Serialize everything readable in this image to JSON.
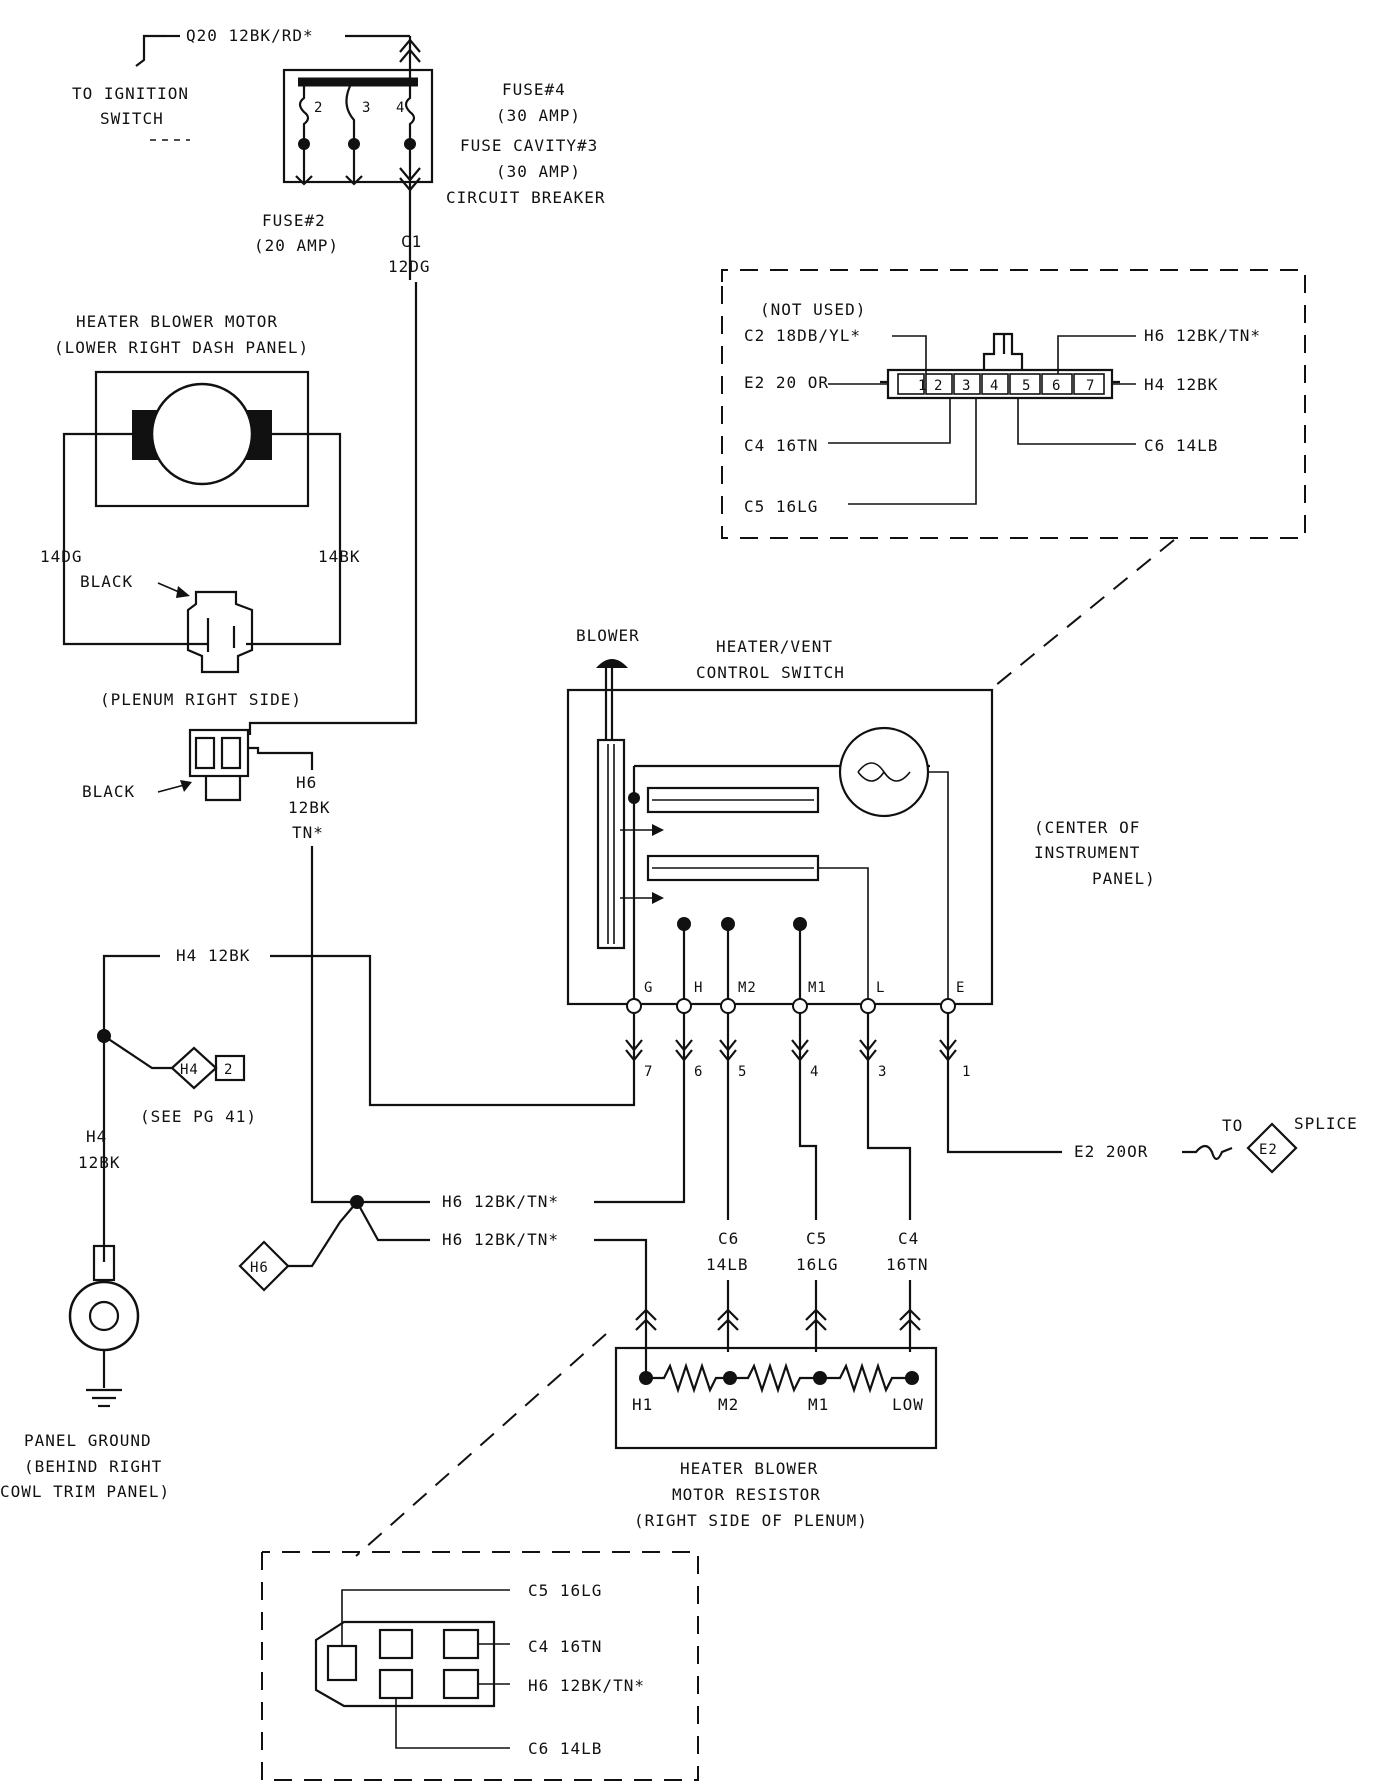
{
  "top": {
    "q20_wire": "Q20 12BK/RD*",
    "to_ignition_line1": "TO IGNITION",
    "to_ignition_line2": "SWITCH",
    "fuse4_name": "FUSE#4",
    "fuse4_rating": "(30 AMP)",
    "fuse_cavity_name": "FUSE CAVITY#3",
    "fuse_cavity_rating": "(30 AMP)",
    "circuit_breaker": "CIRCUIT BREAKER",
    "fuse2_name": "FUSE#2",
    "fuse2_rating": "(20 AMP)",
    "cavity_num_2": "2",
    "cavity_num_3": "3",
    "cavity_num_4": "4",
    "c1_label": "C1",
    "c1_wire": "12DG"
  },
  "motor": {
    "title_line1": "HEATER BLOWER MOTOR",
    "title_line2": "(LOWER RIGHT DASH PANEL)",
    "left_wire": "14DG",
    "right_wire": "14BK",
    "connector_color": "BLACK",
    "location": "(PLENUM RIGHT SIDE)",
    "lower_connector_color": "BLACK",
    "h6_label": "H6",
    "h6_gauge": "12BK",
    "h6_color": "TN*"
  },
  "inset_switch_connector": {
    "not_used": "(NOT USED)",
    "c2": "C2 18DB/YL*",
    "e2": "E2 20 OR",
    "c4": "C4 16TN",
    "c5": "C5 16LG",
    "h6": "H6 12BK/TN*",
    "h4": "H4 12BK",
    "c6": "C6 14LB",
    "pins": [
      "1",
      "2",
      "3",
      "4",
      "5",
      "6",
      "7"
    ]
  },
  "control_switch": {
    "blower_label": "BLOWER",
    "title_line1": "HEATER/VENT",
    "title_line2": "CONTROL SWITCH",
    "location_line1": "(CENTER OF",
    "location_line2": "INSTRUMENT",
    "location_line3": "PANEL)",
    "terminals": [
      "G",
      "H",
      "M2",
      "M1",
      "L",
      "E"
    ],
    "pin_numbers": [
      "7",
      "6",
      "5",
      "4",
      "3",
      "1"
    ]
  },
  "ground_side": {
    "h4_wire": "H4 12BK",
    "h4_diamond": "H4",
    "h4_diamond_num": "2",
    "see_pg": "(SEE PG 41)",
    "h4_vertical_label": "H4",
    "h4_vertical_gauge": "12BK",
    "ground_line1": "PANEL GROUND",
    "ground_line2": "(BEHIND RIGHT",
    "ground_line3": "COWL TRIM PANEL)"
  },
  "splice": {
    "e2_wire": "E2 20OR",
    "to_label": "TO",
    "splice_label": "SPLICE",
    "diamond": "E2"
  },
  "h6_branch": {
    "wire_upper": "H6 12BK/TN*",
    "wire_lower": "H6 12BK/TN*",
    "diamond": "H6"
  },
  "resistor": {
    "c6_label": "C6",
    "c6_wire": "14LB",
    "c5_label": "C5",
    "c5_wire": "16LG",
    "c4_label": "C4",
    "c4_wire": "16TN",
    "terminal_h1": "H1",
    "terminal_m2": "M2",
    "terminal_m1": "M1",
    "terminal_low": "LOW",
    "title_line1": "HEATER BLOWER",
    "title_line2": "MOTOR RESISTOR",
    "title_line3": "(RIGHT SIDE OF PLENUM)"
  },
  "inset_resistor_connector": {
    "c5": "C5 16LG",
    "c4": "C4 16TN",
    "h6": "H6 12BK/TN*",
    "c6": "C6 14LB"
  }
}
